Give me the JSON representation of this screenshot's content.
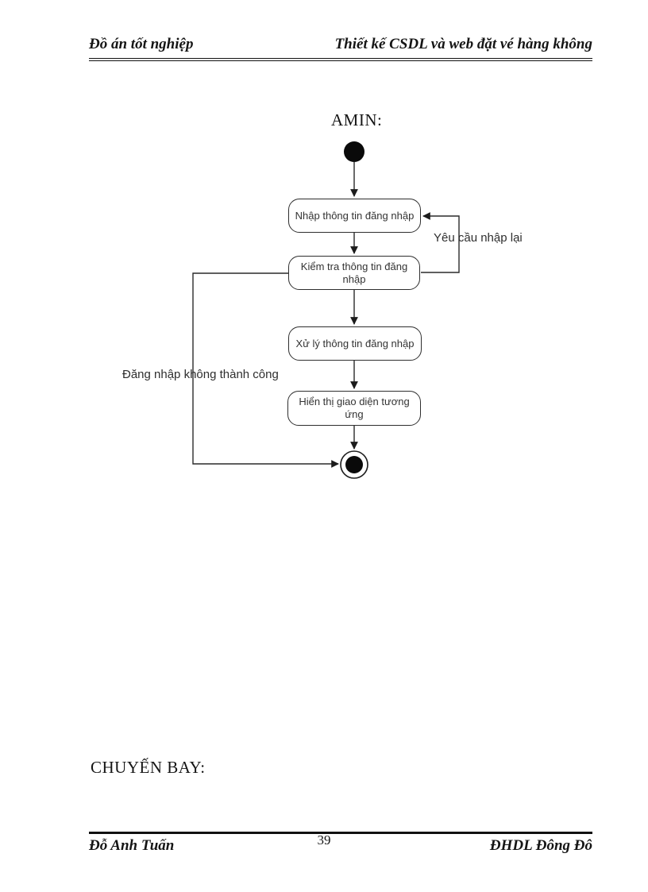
{
  "header": {
    "left_title": "Đồ án tốt nghiệp",
    "right_title": "Thiết kế CSDL và web đặt vé hàng không"
  },
  "sections": {
    "admin_heading": "AMIN:",
    "flight_heading": "CHUYẾN BAY:"
  },
  "diagram": {
    "type": "uml-activity-diagram",
    "actor": "AMIN",
    "nodes": {
      "start": {
        "kind": "initial-node"
      },
      "input": {
        "label": "Nhập thông tin đăng nhập"
      },
      "check": {
        "label": "Kiểm tra thông tin đăng nhập"
      },
      "process": {
        "label": "Xử lý thông tin đăng nhập"
      },
      "display": {
        "label": "Hiển thị giao diện tương ứng"
      },
      "end": {
        "kind": "final-node"
      }
    },
    "edges": [
      {
        "from": "start",
        "to": "input"
      },
      {
        "from": "input",
        "to": "check"
      },
      {
        "from": "check",
        "to": "input",
        "label": "Yêu cầu nhập lại"
      },
      {
        "from": "check",
        "to": "process"
      },
      {
        "from": "process",
        "to": "display"
      },
      {
        "from": "display",
        "to": "end"
      },
      {
        "from": "check",
        "to": "end",
        "label": "Đăng nhập không thành công"
      }
    ],
    "edge_labels": {
      "retry": "Yêu cầu nhập lại",
      "fail": "Đăng nhập không thành công"
    }
  },
  "footer": {
    "author": "Đỗ Anh Tuấn",
    "page_number": "39",
    "institution": "ĐHDL Đông Đô"
  },
  "colors": {
    "ink": "#1c1c1c",
    "paper": "#ffffff"
  }
}
